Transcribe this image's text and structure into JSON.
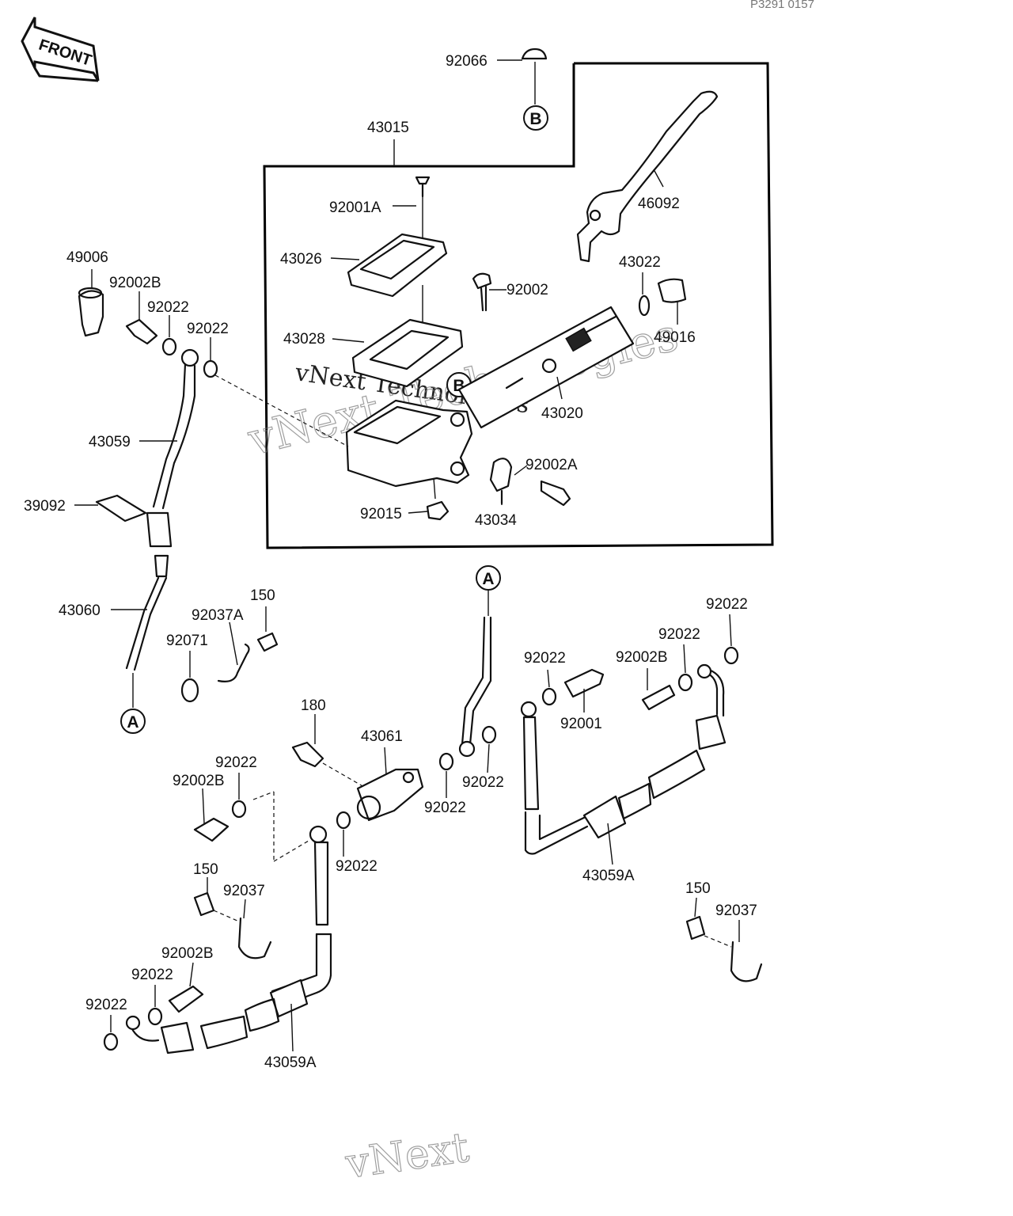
{
  "header_code": "P3291 0157",
  "front_arrow_label": "FRONT",
  "watermark": "vNext Technologies",
  "watermark_bottom": "vNext",
  "callouts": {
    "a": "A",
    "b": "B"
  },
  "parts": [
    "92066",
    "43015",
    "46092",
    "92001A",
    "43026",
    "92002",
    "43022",
    "49016",
    "43028",
    "43020",
    "92002A",
    "43034",
    "92015",
    "49006",
    "92002B",
    "92022",
    "92022",
    "43059",
    "39092",
    "43060",
    "92037A",
    "150",
    "92071",
    "92022",
    "92022",
    "92002B",
    "92022",
    "92001",
    "180",
    "43061",
    "92022",
    "92002B",
    "92022",
    "92022",
    "92022",
    "43059A",
    "150",
    "92037",
    "150",
    "92037",
    "92002B",
    "92022",
    "92022",
    "43059A"
  ]
}
